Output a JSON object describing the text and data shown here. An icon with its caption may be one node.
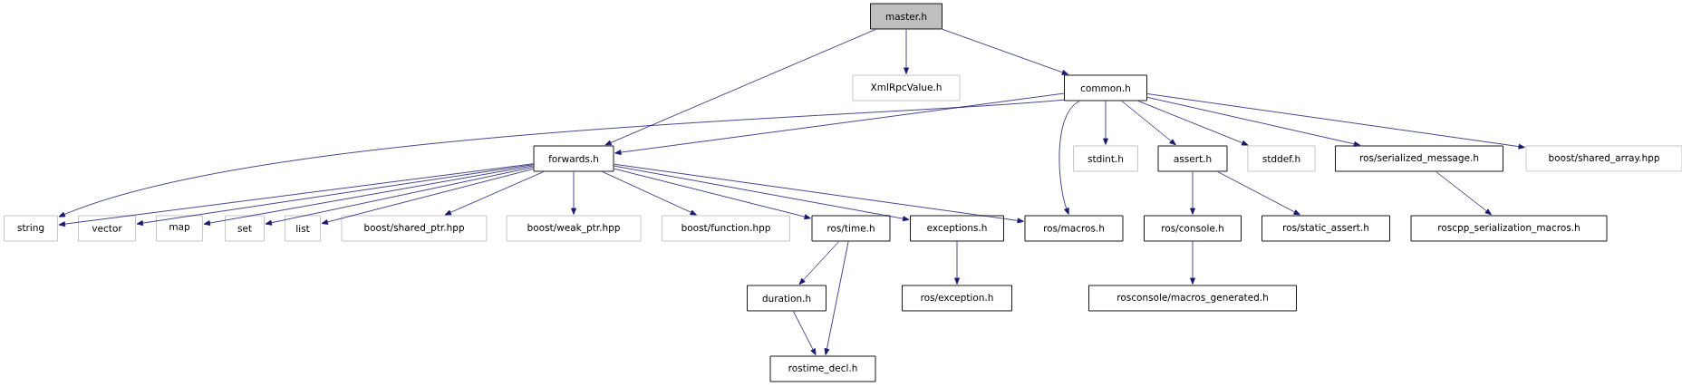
{
  "diagram": {
    "nodes": [
      {
        "text": [
          "master.h"
        ]
      },
      {
        "text": [
          "XmlRpcValue.h"
        ]
      },
      {
        "text": [
          "common.h"
        ]
      },
      {
        "text": [
          "forwards.h"
        ]
      },
      {
        "text": [
          "stdint.h"
        ]
      },
      {
        "text": [
          "assert.h"
        ]
      },
      {
        "text": [
          "stddef.h"
        ]
      },
      {
        "text": [
          "ros/serialized_message.h"
        ]
      },
      {
        "text": [
          "boost/shared_array.hpp"
        ]
      },
      {
        "text": [
          "string"
        ]
      },
      {
        "text": [
          "vector"
        ]
      },
      {
        "text": [
          "map"
        ]
      },
      {
        "text": [
          "set"
        ]
      },
      {
        "text": [
          "list"
        ]
      },
      {
        "text": [
          "boost/shared_ptr.hpp"
        ]
      },
      {
        "text": [
          "boost/weak_ptr.hpp"
        ]
      },
      {
        "text": [
          "boost/function.hpp"
        ]
      },
      {
        "text": [
          "ros/time.h"
        ]
      },
      {
        "text": [
          "exceptions.h"
        ]
      },
      {
        "text": [
          "ros/macros.h"
        ]
      },
      {
        "text": [
          "ros/console.h"
        ]
      },
      {
        "text": [
          "ros/static_assert.h"
        ]
      },
      {
        "text": [
          "roscpp_serialization_macros.h"
        ]
      },
      {
        "text": [
          "duration.h"
        ]
      },
      {
        "text": [
          "ros/exception.h"
        ]
      },
      {
        "text": [
          "rosconsole/macros_generated.h"
        ]
      },
      {
        "text": [
          "rostime_decl.h"
        ]
      }
    ],
    "edges": [
      {
        "from": 0,
        "to": 3,
        "arrow": "to"
      },
      {
        "from": 0,
        "to": 1,
        "arrow": "to"
      },
      {
        "from": 0,
        "to": 2,
        "arrow": "to"
      },
      {
        "from": 2,
        "to": 9,
        "arrow": "to"
      },
      {
        "from": 2,
        "to": 3,
        "arrow": "to"
      },
      {
        "from": 2,
        "to": 19,
        "arrow": "to"
      },
      {
        "from": 2,
        "to": 4,
        "arrow": "to"
      },
      {
        "from": 2,
        "to": 5,
        "arrow": "to"
      },
      {
        "from": 2,
        "to": 6,
        "arrow": "to"
      },
      {
        "from": 2,
        "to": 7,
        "arrow": "to"
      },
      {
        "from": 2,
        "to": 8,
        "arrow": "to"
      },
      {
        "from": 3,
        "to": 9,
        "arrow": "to"
      },
      {
        "from": 3,
        "to": 10,
        "arrow": "to"
      },
      {
        "from": 3,
        "to": 11,
        "arrow": "to"
      },
      {
        "from": 3,
        "to": 12,
        "arrow": "to"
      },
      {
        "from": 3,
        "to": 13,
        "arrow": "to"
      },
      {
        "from": 3,
        "to": 14,
        "arrow": "to"
      },
      {
        "from": 3,
        "to": 15,
        "arrow": "to"
      },
      {
        "from": 3,
        "to": 16,
        "arrow": "to"
      },
      {
        "from": 3,
        "to": 17,
        "arrow": "to"
      },
      {
        "from": 3,
        "to": 18,
        "arrow": "to"
      },
      {
        "from": 3,
        "to": 19,
        "arrow": "to"
      },
      {
        "from": 5,
        "to": 20,
        "arrow": "to"
      },
      {
        "from": 5,
        "to": 21,
        "arrow": "to"
      },
      {
        "from": 7,
        "to": 22,
        "arrow": "to"
      },
      {
        "from": 17,
        "to": 23,
        "arrow": "to"
      },
      {
        "from": 17,
        "to": 26,
        "arrow": "to"
      },
      {
        "from": 23,
        "to": 26,
        "arrow": "to"
      },
      {
        "from": 18,
        "to": 24,
        "arrow": "to"
      },
      {
        "from": 20,
        "to": 25,
        "arrow": "to"
      }
    ]
  }
}
